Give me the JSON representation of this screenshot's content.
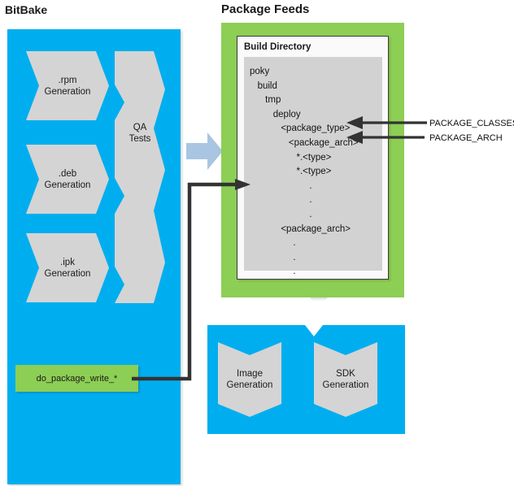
{
  "titles": {
    "bitbake": "BitBake",
    "package_feeds": "Package Feeds",
    "build_directory": "Build Directory"
  },
  "colors": {
    "blue_panel": "#00AEEF",
    "green_frame": "#8DCE54",
    "grey_shape": "#d4d4d4",
    "tree_background": "#d2d2d2",
    "light_blue_arrow": "#A9C5E2",
    "connector_line": "#333333",
    "text": "#1a1a1a"
  },
  "bitbake": {
    "generators": [
      {
        "name": "rpm-generation",
        "line1": ".rpm",
        "line2": "Generation"
      },
      {
        "name": "deb-generation",
        "line1": ".deb",
        "line2": "Generation"
      },
      {
        "name": "ipk-generation",
        "line1": ".ipk",
        "line2": "Generation"
      }
    ],
    "qa": {
      "line1": "QA",
      "line2": "Tests"
    },
    "task": {
      "label": "do_package_write_*"
    }
  },
  "package_feeds": {
    "tree": [
      "poky",
      "   build",
      "      tmp",
      "         deploy",
      "            <package_type>",
      "               <package_arch>",
      "                  *.<type>",
      "                  *.<type>"
    ],
    "dots_upper": [
      ".",
      ".",
      "."
    ],
    "tree_tail": "            <package_arch>",
    "dots_lower": [
      ".",
      ".",
      "."
    ]
  },
  "callouts": [
    {
      "name": "package-classes",
      "label": "PACKAGE_CLASSES"
    },
    {
      "name": "package-arch",
      "label": "PACKAGE_ARCH"
    }
  ],
  "generation": {
    "boxes": [
      {
        "name": "image-generation",
        "line1": "Image",
        "line2": "Generation"
      },
      {
        "name": "sdk-generation",
        "line1": "SDK",
        "line2": "Generation"
      }
    ]
  },
  "icons": {
    "feed_arrow": "right-arrow-icon",
    "callout_arrow": "left-arrow-icon",
    "connector": "elbow-connector-icon"
  }
}
